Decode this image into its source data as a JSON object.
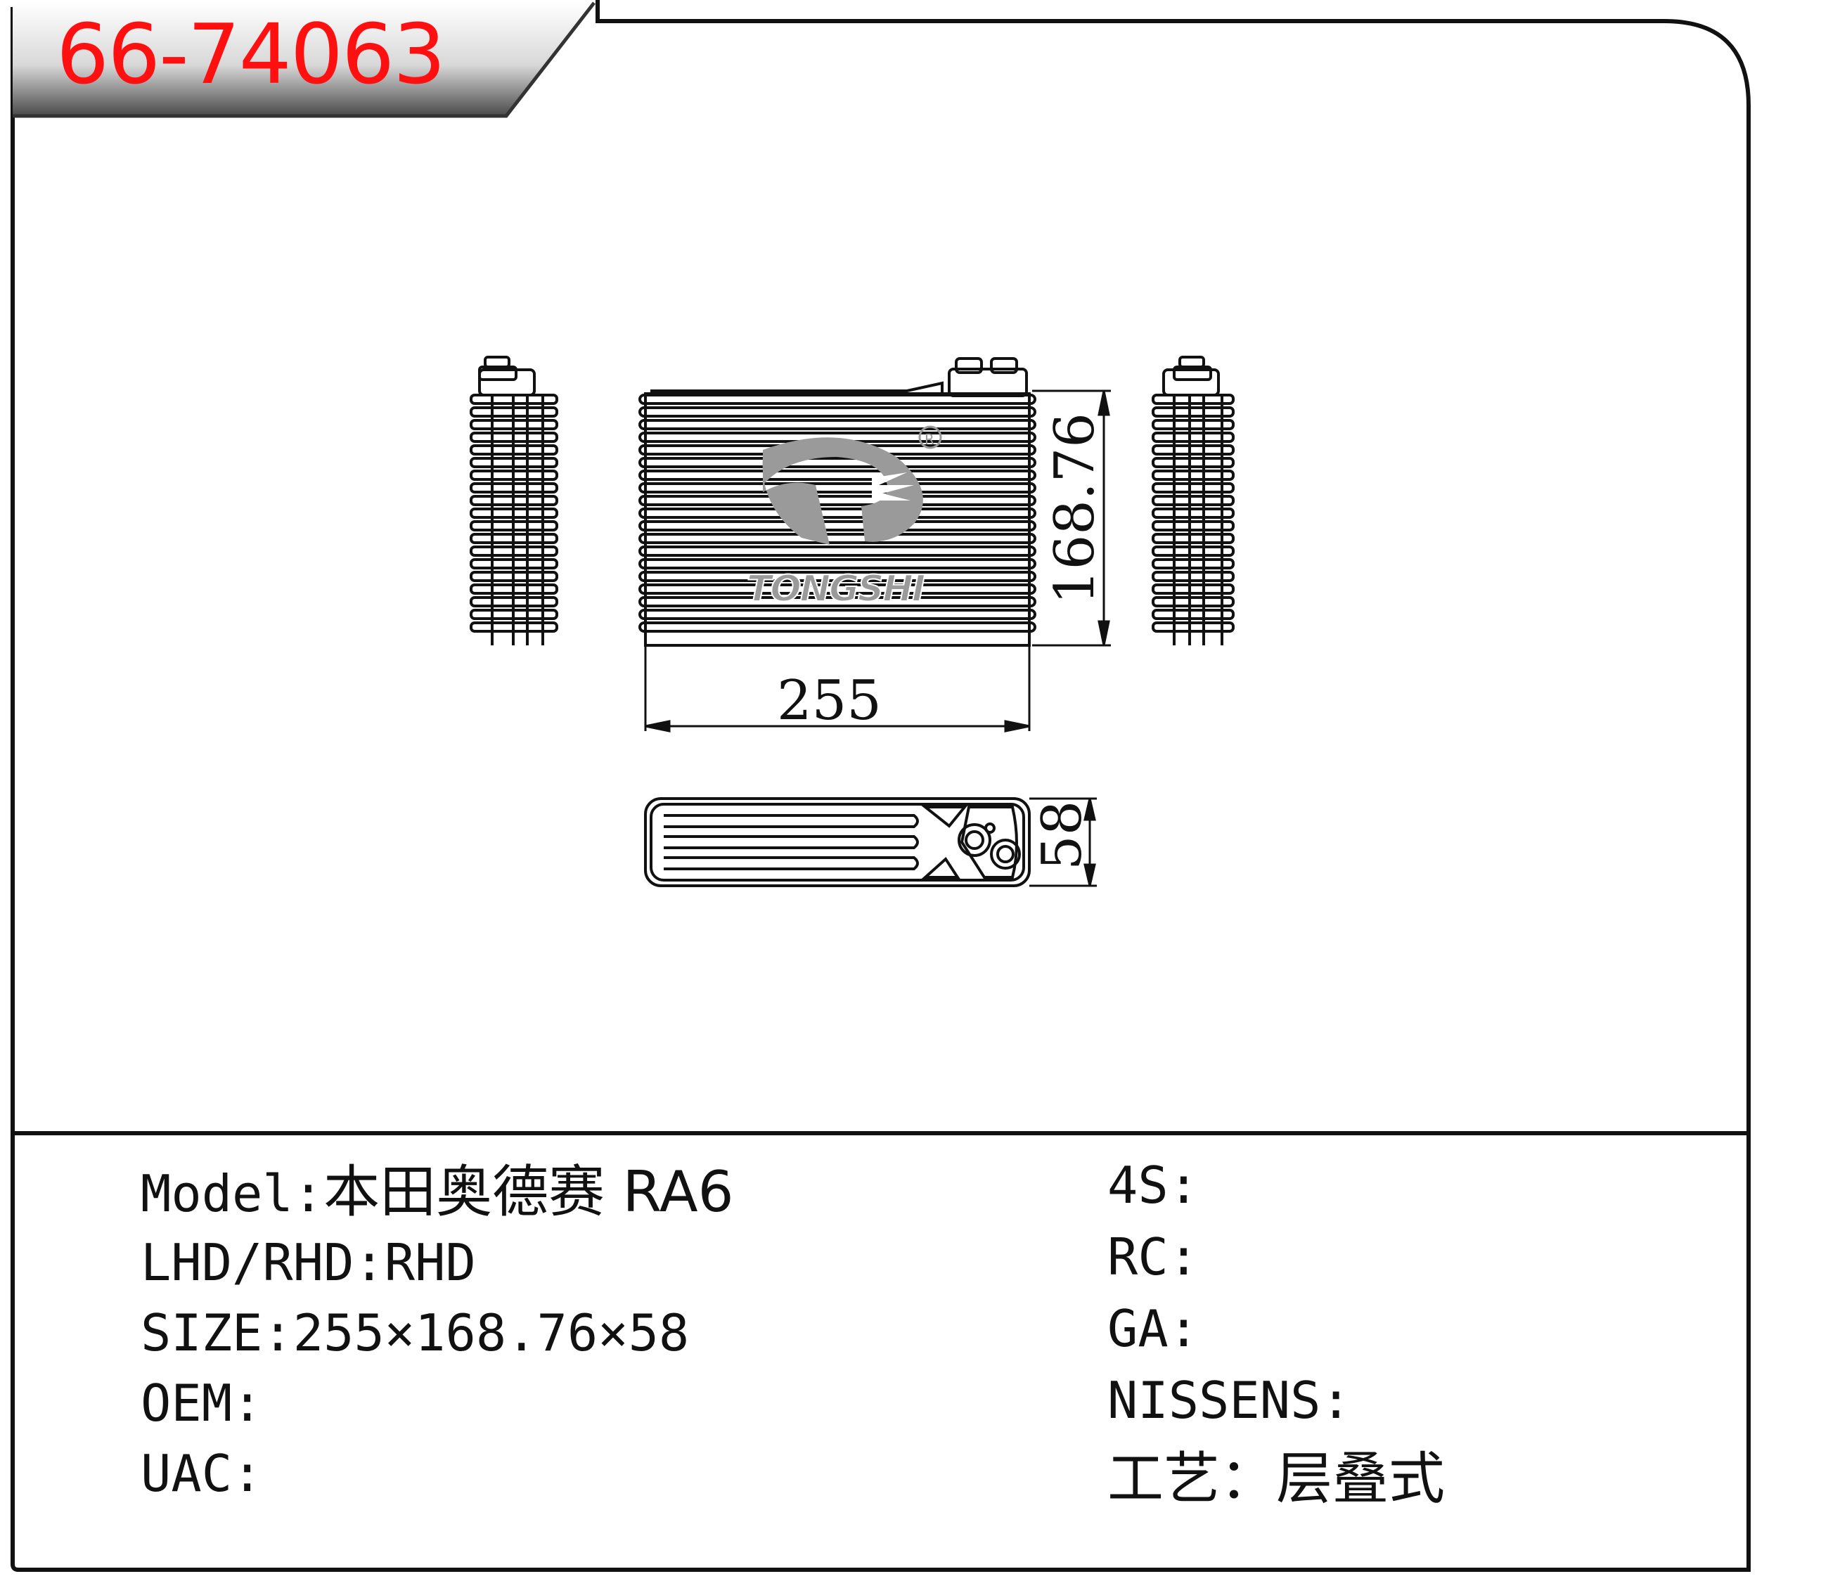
{
  "header": {
    "part_number": "66-74063"
  },
  "drawing": {
    "logo_text": "TONGSHI",
    "registered_mark": "®",
    "dimensions": {
      "width": "255",
      "height": "168.76",
      "depth": "58"
    }
  },
  "specs_left": [
    {
      "label": "Model",
      "sep": ":",
      "value": "本田奥德赛 RA6"
    },
    {
      "label": "LHD/RHD",
      "sep": ":",
      "value": "RHD"
    },
    {
      "label": "SIZE",
      "sep": ":",
      "value": "255×168.76×58"
    },
    {
      "label": "OEM",
      "sep": ":",
      "value": ""
    },
    {
      "label": "UAC",
      "sep": ":",
      "value": ""
    }
  ],
  "specs_right": [
    {
      "label": "4S",
      "sep": ":",
      "value": ""
    },
    {
      "label": "RC",
      "sep": ":",
      "value": ""
    },
    {
      "label": "GA",
      "sep": ":",
      "value": ""
    },
    {
      "label": "NISSENS",
      "sep": ":",
      "value": ""
    },
    {
      "label": "工艺",
      "sep": "：",
      "value": "层叠式"
    }
  ],
  "colors": {
    "accent": "#ff1010",
    "line": "#111111",
    "banner": "#5a5a5a"
  }
}
